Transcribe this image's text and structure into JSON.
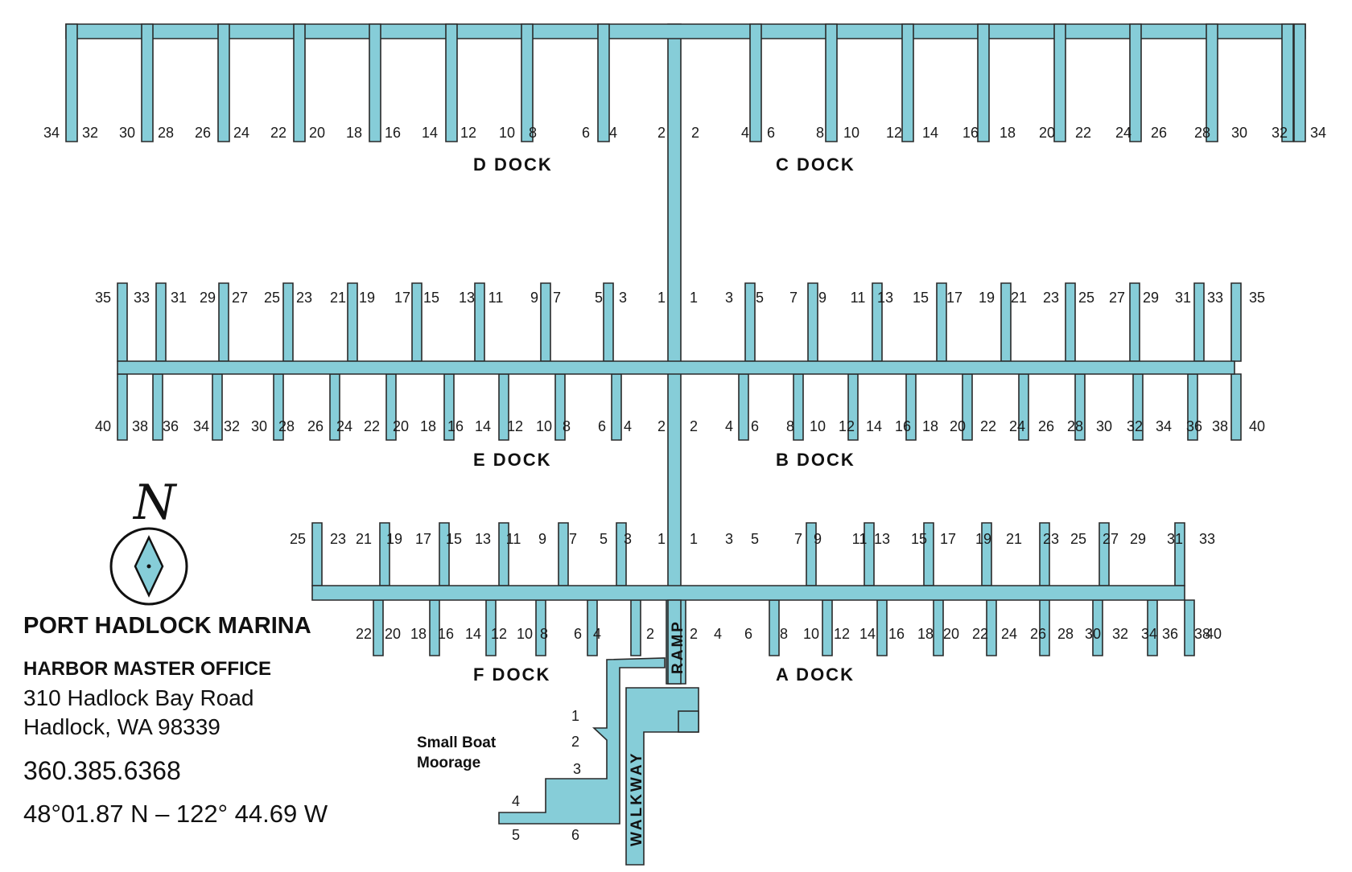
{
  "docks": {
    "D": {
      "name": "D  DOCK",
      "slips": [
        "34",
        "32",
        "30",
        "28",
        "26",
        "24",
        "22",
        "20",
        "18",
        "16",
        "14",
        "12",
        "10",
        "8",
        "6",
        "4",
        "2"
      ]
    },
    "C": {
      "name": "C  DOCK",
      "slips": [
        "2",
        "4",
        "6",
        "8",
        "10",
        "12",
        "14",
        "16",
        "18",
        "20",
        "22",
        "24",
        "26",
        "28",
        "30",
        "32",
        "34"
      ]
    },
    "E": {
      "name": "E  DOCK",
      "slips_top": [
        "35",
        "33",
        "31",
        "29",
        "27",
        "25",
        "23",
        "21",
        "19",
        "17",
        "15",
        "13",
        "11",
        "9",
        "7",
        "5",
        "3",
        "1"
      ],
      "slips_bottom": [
        "40",
        "38",
        "36",
        "34",
        "32",
        "30",
        "28",
        "26",
        "24",
        "22",
        "20",
        "18",
        "16",
        "14",
        "12",
        "10",
        "8",
        "6",
        "4",
        "2"
      ]
    },
    "B": {
      "name": "B  DOCK",
      "slips_top": [
        "1",
        "3",
        "5",
        "7",
        "9",
        "11",
        "13",
        "15",
        "17",
        "19",
        "21",
        "23",
        "25",
        "27",
        "29",
        "31",
        "33",
        "35"
      ],
      "slips_bottom": [
        "2",
        "4",
        "6",
        "8",
        "10",
        "12",
        "14",
        "16",
        "18",
        "20",
        "22",
        "24",
        "26",
        "28",
        "30",
        "32",
        "34",
        "36",
        "38",
        "40"
      ]
    },
    "F": {
      "name": "F  DOCK",
      "slips_top": [
        "25",
        "23",
        "21",
        "19",
        "17",
        "15",
        "13",
        "11",
        "9",
        "7",
        "5",
        "3",
        "1"
      ],
      "slips_bottom": [
        "22",
        "20",
        "18",
        "16",
        "14",
        "12",
        "10",
        "8",
        "6",
        "4",
        "2"
      ]
    },
    "A": {
      "name": "A  DOCK",
      "slips_top": [
        "1",
        "3",
        "5",
        "7",
        "9",
        "11",
        "13",
        "15",
        "17",
        "19",
        "21",
        "23",
        "25",
        "27",
        "29",
        "31",
        "33"
      ],
      "slips_bottom": [
        "2",
        "4",
        "6",
        "8",
        "10",
        "12",
        "14",
        "16",
        "18",
        "20",
        "22",
        "24",
        "26",
        "28",
        "30",
        "32",
        "34",
        "36",
        "38",
        "40"
      ]
    }
  },
  "ramp_label": "RAMP",
  "walkway_label": "WALKWAY",
  "small_boat": {
    "label_line1": "Small Boat",
    "label_line2": "Moorage",
    "slips": [
      "1",
      "2",
      "3",
      "4",
      "5",
      "6"
    ]
  },
  "compass": {
    "letter": "N"
  },
  "info": {
    "marina_name": "PORT HADLOCK MARINA",
    "office_title": "HARBOR MASTER OFFICE",
    "address_line1": "310 Hadlock Bay Road",
    "address_line2": "Hadlock, WA 98339",
    "phone": "360.385.6368",
    "coordinates": "48°01.87 N – 122° 44.69 W"
  },
  "colors": {
    "water_dock": "#86cdd8",
    "outline": "#2a2a2a"
  }
}
